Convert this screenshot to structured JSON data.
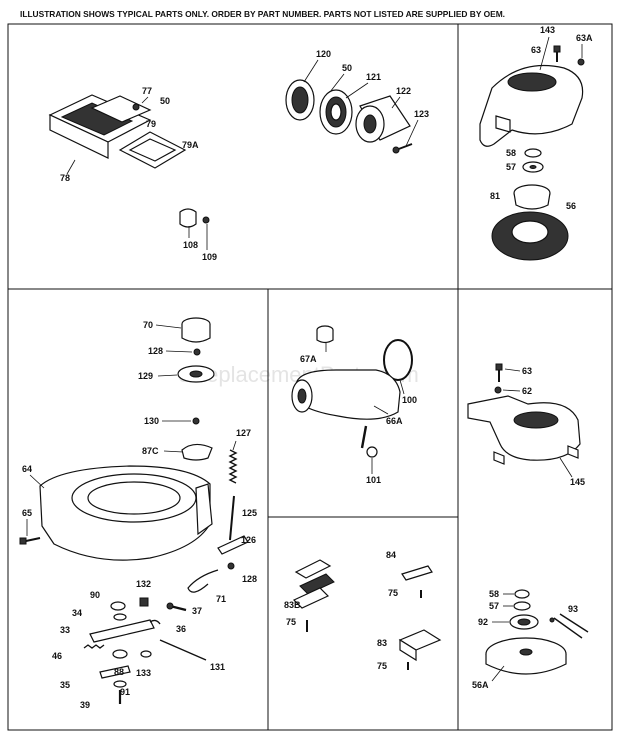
{
  "header": "ILLUSTRATION SHOWS TYPICAL PARTS ONLY. ORDER BY PART NUMBER. PARTS NOT LISTED ARE SUPPLIED BY OEM.",
  "watermark": "eReplacementParts.com",
  "labels": {
    "l77": "77",
    "l50a": "50",
    "l79": "79",
    "l79a": "79A",
    "l78": "78",
    "l120": "120",
    "l50b": "50",
    "l121": "121",
    "l122": "122",
    "l123": "123",
    "l108": "108",
    "l109": "109",
    "l143": "143",
    "l63a": "63",
    "l63b": "63A",
    "l58a": "58",
    "l57a": "57",
    "l81": "81",
    "l56": "56",
    "l70": "70",
    "l128a": "128",
    "l129": "129",
    "l130": "130",
    "l87c": "87C",
    "l127": "127",
    "l64": "64",
    "l65": "65",
    "l125": "125",
    "l126": "126",
    "l128b": "128",
    "l71": "71",
    "l132": "132",
    "l90": "90",
    "l37": "37",
    "l34": "34",
    "l36": "36",
    "l33": "33",
    "l46": "46",
    "l88": "88",
    "l133": "133",
    "l131": "131",
    "l35": "35",
    "l91": "91",
    "l39": "39",
    "l67a": "67A",
    "l100": "100",
    "l66a": "66A",
    "l101": "101",
    "l84": "84",
    "l75a": "75",
    "l83b": "83B",
    "l75b": "75",
    "l83": "83",
    "l75c": "75",
    "l63c": "63",
    "l62": "62",
    "l145": "145",
    "l58b": "58",
    "l57b": "57",
    "l92": "92",
    "l93": "93",
    "l56a": "56A"
  }
}
